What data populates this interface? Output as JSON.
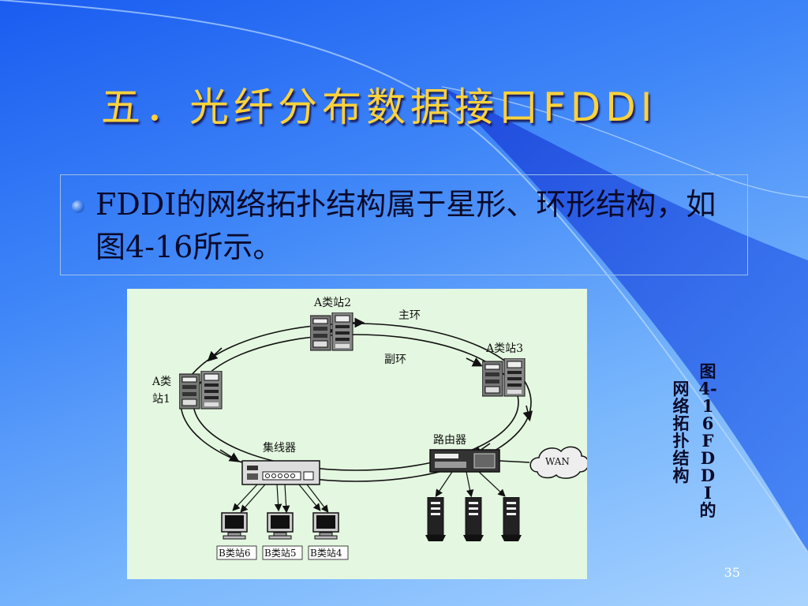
{
  "slide": {
    "title": "五．光纤分布数据接口FDDI",
    "bullet": "FDDI的网络拓扑结构属于星形、环形结构，如图4-16所示。",
    "page_number": "35"
  },
  "figure": {
    "caption_col1": "图4-16 FDDI的",
    "caption_col2": "网络拓扑结构",
    "labels": {
      "station_a2": "A类站2",
      "station_a3": "A类站3",
      "station_a1_line1": "A类",
      "station_a1_line2": "站1",
      "primary_ring": "主环",
      "secondary_ring": "副环",
      "concentrator": "集线器",
      "router": "路由器",
      "wan": "WAN",
      "station_b6": "B类站6",
      "station_b5": "B类站5",
      "station_b4": "B类站4"
    }
  },
  "colors": {
    "title": "#ffd23a",
    "figure_background": "#e4f7e0"
  }
}
